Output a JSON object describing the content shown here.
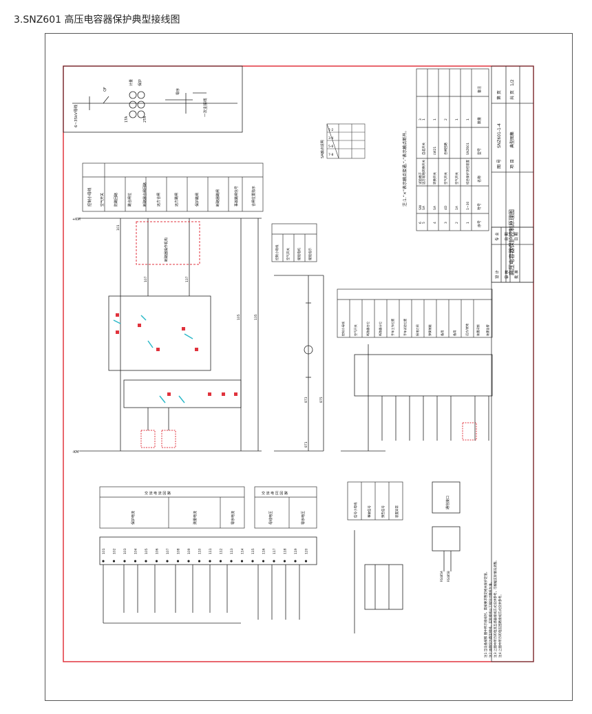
{
  "page": {
    "title": "3.SNZ601 高压电容器保护典型接线图"
  },
  "title_block": {
    "drawing_title": "高压电容器保护控制原理图",
    "drawing_no_label": "图 号",
    "drawing_no": "SNZ601-1-4",
    "project_label": "项 目",
    "project": "典型图集",
    "page_label": "第 页",
    "page": "1/2",
    "sheet_label": "共 页",
    "sign_rows": [
      "设 计",
      "审 核",
      "批 准"
    ],
    "sign_rows2": [
      "专 业",
      "日 期",
      "日 期"
    ]
  },
  "equipment_table": {
    "headers": [
      "序号",
      "符号",
      "名称",
      "型号",
      "数量",
      "备注"
    ],
    "rows": [
      [
        "1",
        "1~30",
        "综合保护测控装置",
        "SNZ601",
        "1",
        ""
      ],
      [
        "2",
        "1A",
        "空气开关",
        "",
        "1",
        ""
      ],
      [
        "3",
        "4D",
        "空气开关",
        "合闸回路",
        "2",
        ""
      ],
      [
        "4",
        "SA",
        "转换开关",
        "LW21",
        "1",
        ""
      ],
      [
        "5",
        "SA",
        "远方就地转换开关",
        "自选开关",
        "1",
        ""
      ],
      [
        "6",
        "SW",
        "试验端子",
        "",
        "3",
        ""
      ]
    ]
  },
  "contact_table": {
    "title": "SA触点说明",
    "rows": [
      "1-2",
      "3-4",
      "5-6",
      "7-8"
    ]
  },
  "note_vertical": "注:1.“×”表示触点接通,“-”表示触点断开。",
  "primary": {
    "bus_label": "6~35kV母线",
    "line_label": "一次主接线",
    "qf_label": "QF",
    "ta_labels": [
      "1TA",
      "2TA"
    ],
    "mark_labels": [
      "计量",
      "保护",
      "零序"
    ]
  },
  "func_table_1": {
    "title": "控制小母线",
    "items": [
      "空气开关",
      "防跳回路",
      "跳合闸位",
      "断路器合闸回路",
      "远方合闸",
      "远方跳闸",
      "保护跳闸",
      "断路器跳闸",
      "事故跳闸信号",
      "合闸位置指示"
    ]
  },
  "func_table_2": {
    "items": [
      "控制小母线",
      "空气开关",
      "储能电机",
      "储能指示"
    ]
  },
  "func_table_3": {
    "items": [
      "控制小母线",
      "空气开关",
      "断路器合位",
      "断路器分位",
      "手车工作位置",
      "手车试验位置",
      "接地刀闸",
      "弹簧储能",
      "备用",
      "备用",
      "远方/就地",
      "装置闭锁",
      "装置告警"
    ]
  },
  "dashed_box_label": "断路器操作机构",
  "current_table": {
    "headers": [
      "保护电流",
      "测量电流",
      "零序电流"
    ],
    "sub": "交 流 电 流 回 路"
  },
  "voltage_table": {
    "headers": [
      "母线电压",
      "零序电压"
    ],
    "sub": "交 流 电 压 回 路"
  },
  "signal_table": {
    "items": [
      "信号小母线",
      "事故信号",
      "预告信号",
      "装置异常"
    ]
  },
  "comm_box": {
    "label": "通信接口",
    "ports": [
      "RS485A",
      "RS485B"
    ]
  },
  "terminal_numbers": [
    "101",
    "102",
    "103",
    "104",
    "105",
    "106",
    "107",
    "108",
    "109",
    "110",
    "111",
    "112",
    "113",
    "114",
    "115",
    "116",
    "117",
    "118",
    "119",
    "120"
  ],
  "wire_labels": {
    "plus_km": "+KM",
    "minus_km": "-KM",
    "w1": "101",
    "w2": "107",
    "w3": "137",
    "w4": "105",
    "w5": "135",
    "w6": "871",
    "w7": "873",
    "w8": "875"
  },
  "notes": [
    "注1:当设备按照 图中所示接线时，需按要求整定相关保护定值。",
    "注2:本图仅为典型接线，实际接线以工程设计图纸为准。",
    "注3:上图中所示的电流互感器接线方式仅供参考，可根据实际情况调整。",
    "注4:上图中所示的电压回路接线方式仅供参考。"
  ],
  "colors": {
    "frame_red": "#e0323c",
    "line": "#222222",
    "accent_cyan": "#2ab8c8",
    "accent_red": "#e0323c"
  }
}
